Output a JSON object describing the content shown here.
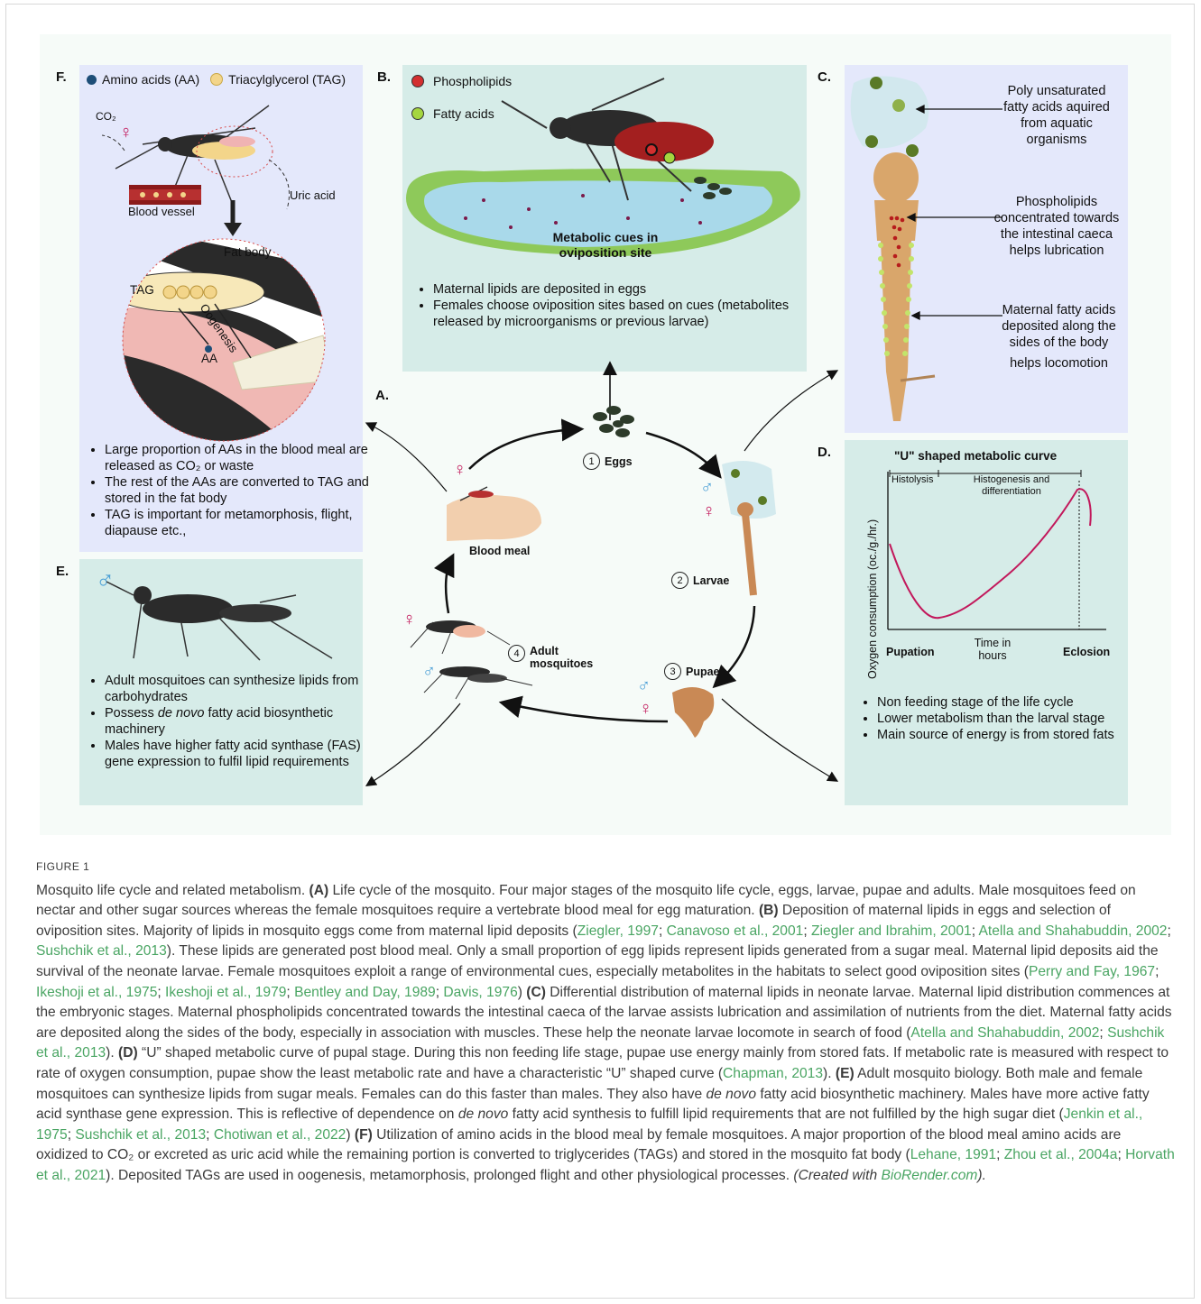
{
  "panels": {
    "A": {
      "letter": "A.",
      "stages": {
        "eggs": "Eggs",
        "larvae": "Larvae",
        "pupae": "Pupae",
        "adults": "Adult mosquitoes",
        "blood_meal": "Blood meal"
      },
      "numbers": [
        "1",
        "2",
        "3",
        "4"
      ]
    },
    "B": {
      "letter": "B.",
      "legend": [
        "Phospholipids",
        "Fatty acids"
      ],
      "pond_label": "Metabolic cues in oviposition site",
      "bullets": [
        "Maternal lipids are deposited in eggs",
        "Females choose oviposition sites based on cues (metabolites released by microorganisms or previous larvae)"
      ]
    },
    "C": {
      "letter": "C.",
      "labels": [
        "Poly unsaturated fatty acids aquired from aquatic organisms",
        "Phospholipids concentrated towards the intestinal caeca helps lubrication",
        "Maternal fatty acids deposited along the sides of the body",
        "helps locomotion"
      ]
    },
    "D": {
      "letter": "D.",
      "chart_title": "\"U\" shaped metabolic curve",
      "ylabel": "Oxygen consumption (oc./g./hr.)",
      "xlabel_left": "Pupation",
      "xlabel_mid": "Time in hours",
      "xlabel_right": "Eclosion",
      "phase_1": "Histolysis",
      "phase_2": "Histogenesis and differentiation",
      "bullets": [
        "Non feeding stage of the life cycle",
        "Lower metabolism than the larval stage",
        "Main source of energy is from stored fats"
      ]
    },
    "E": {
      "letter": "E.",
      "bullets": [
        "Adult mosquitoes can synthesize lipids from carbohydrates",
        "Possess de novo fatty acid biosynthetic machinery",
        "Males have higher fatty acid synthase (FAS) gene expression to fulfil lipid requirements"
      ],
      "bullet_2_pre": "Possess ",
      "bullet_2_it": "de novo",
      "bullet_2_post": " fatty acid biosynthetic machinery"
    },
    "F": {
      "letter": "F.",
      "legend": [
        "Amino acids (AA)",
        "Triacylglycerol (TAG)"
      ],
      "co2": "CO₂",
      "uric_acid": "Uric acid",
      "blood_vessel": "Blood vessel",
      "fat_body": "Fat body",
      "tag": "TAG",
      "oogenesis": "Oogenesis",
      "aa": "AA",
      "bullets": [
        "Large proportion of AAs in the blood meal are released as CO₂ or waste",
        "The rest of the AAs are converted to TAG and stored in the fat body",
        "TAG is important for metamorphosis, flight, diapause etc.,"
      ]
    }
  },
  "symbols": {
    "female": "♀",
    "male": "♂"
  },
  "colors": {
    "lavender": "#e4e8fb",
    "teal": "#d6ece8",
    "curve": "#c2185b",
    "phospholipid": "#d32f2f",
    "fatty_acid": "#a5d63f",
    "link": "#4aa563"
  },
  "chart_data": {
    "type": "line",
    "title": "\"U\" shaped metabolic curve",
    "xlabel": "Time in hours",
    "ylabel": "Oxygen consumption (oc./g./hr.)",
    "x_tick_labels": [
      "Pupation",
      "Eclosion"
    ],
    "phases": [
      "Histolysis",
      "Histogenesis and differentiation"
    ],
    "grid": false
  },
  "caption": {
    "fig": "FIGURE 1",
    "title": "Mosquito life cycle and related metabolism.",
    "a_label": "(A)",
    "a_text": " Life cycle of the mosquito. Four major stages of the mosquito life cycle, eggs, larvae, pupae and adults. Male mosquitoes feed on nectar and other sugar sources whereas the female mosquitoes require a vertebrate blood meal for egg maturation. ",
    "b_label": "(B)",
    "b_text": " Deposition of maternal lipids in eggs and selection of oviposition sites. Majority of lipids in mosquito eggs come from maternal lipid deposits (",
    "b_refs": [
      "Ziegler, 1997",
      "Canavoso et al., 2001",
      "Ziegler and Ibrahim, 2001",
      "Atella and Shahabuddin, 2002",
      "Sushchik et al., 2013"
    ],
    "b_text2": "). These lipids are generated post blood meal. Only a small proportion of egg lipids represent lipids generated from a sugar meal. Maternal lipid deposits aid the survival of the neonate larvae. Female mosquitoes exploit a range of environmental cues, especially metabolites in the habitats to select good oviposition sites (",
    "b_refs2": [
      "Perry and Fay, 1967",
      "Ikeshoji et al., 1975",
      "Ikeshoji et al., 1979",
      "Bentley and Day, 1989",
      "Davis, 1976"
    ],
    "c_label": "(C)",
    "c_text": " Differential distribution of maternal lipids in neonate larvae. Maternal lipid distribution commences at the embryonic stages. Maternal phospholipids concentrated towards the intestinal caeca of the larvae assists lubrication and assimilation of nutrients from the diet. Maternal fatty acids are deposited along the sides of the body, especially in association with muscles. These help the neonate larvae locomote in search of food (",
    "c_refs": [
      "Atella and Shahabuddin, 2002",
      "Sushchik et al., 2013"
    ],
    "d_label": "(D)",
    "d_text": " “U” shaped metabolic curve of pupal stage. During this non feeding life stage, pupae use energy mainly from stored fats. If metabolic rate is measured with respect to rate of oxygen consumption, pupae show the least metabolic rate and have a characteristic “U” shaped curve (",
    "d_refs": [
      "Chapman, 2013"
    ],
    "e_label": "(E)",
    "e_text": " Adult mosquito biology. Both male and female mosquitoes can synthesize lipids from sugar meals. Females can do this faster than males. They also have ",
    "e_it": "de novo",
    "e_text2": " fatty acid biosynthetic machinery. Males have more active fatty acid synthase gene expression. This is reflective of dependence on ",
    "e_it2": "de novo",
    "e_text3": " fatty acid synthesis to fulfill lipid requirements that are not fulfilled by the high sugar diet (",
    "e_refs": [
      "Jenkin et al., 1975",
      "Sushchik et al., 2013",
      "Chotiwan et al., 2022"
    ],
    "f_label": "(F)",
    "f_text": " Utilization of amino acids in the blood meal by female mosquitoes. A major proportion of the blood meal amino acids are oxidized to CO₂ or excreted as uric acid while the remaining portion is converted to triglycerides (TAGs) and stored in the mosquito fat body (",
    "f_refs": [
      "Lehane, 1991",
      "Zhou et al., 2004a",
      "Horvath et al., 2021"
    ],
    "f_text2": "). Deposited TAGs are used in oogenesis, metamorphosis, prolonged flight and other physiological processes. ",
    "created_pre": "(Created with ",
    "created_link": "BioRender.com",
    "created_post": ")."
  }
}
